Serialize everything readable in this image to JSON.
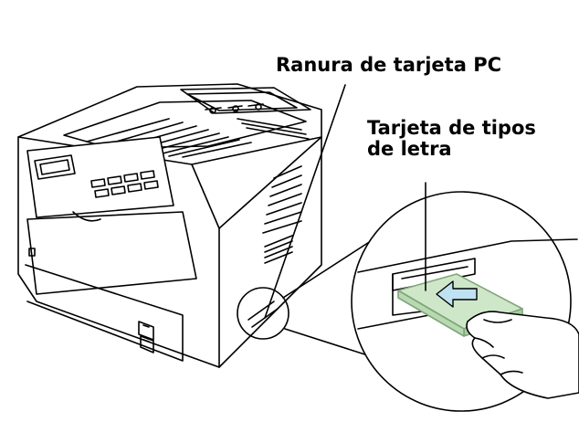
{
  "labels": {
    "pc_card_slot": "Ranura de tarjeta PC",
    "font_card_line1": "Tarjeta de tipos",
    "font_card_line2": "de letra"
  },
  "colors": {
    "card_fill": "#cfe7c9",
    "card_edge": "#7fa679",
    "arrow_fill": "#bfe2f0",
    "line": "#000000"
  },
  "icons": [
    "printer-illustration",
    "insert-arrow-icon",
    "hand-illustration"
  ]
}
